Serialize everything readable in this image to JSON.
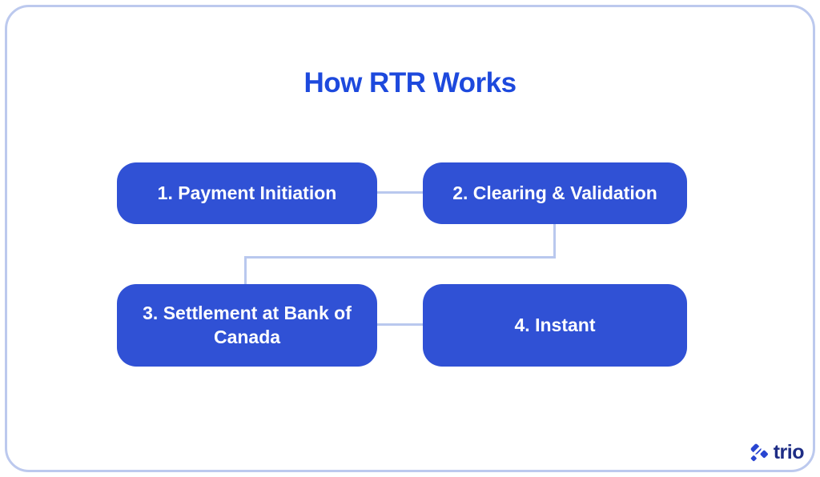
{
  "card": {
    "title": "How RTR Works"
  },
  "nodes": [
    {
      "id": 1,
      "label": "1. Payment Initiation"
    },
    {
      "id": 2,
      "label": "2. Clearing & Validation"
    },
    {
      "id": 3,
      "label": "3. Settlement at Bank of Canada"
    },
    {
      "id": 4,
      "label": "4. Instant"
    }
  ],
  "flow": {
    "connections": [
      "node-1 to node-2",
      "node-2 to node-3",
      "node-3 to node-4"
    ]
  },
  "logo": {
    "wordmark": "trio",
    "mark_icon": "trio-diamonds-icon"
  },
  "colors": {
    "title": "#1d49dd",
    "node_fill": "#3051d5",
    "node_text": "#ffffff",
    "connector": "#b9c8ee",
    "card_border": "#bcc9ee",
    "logo_text": "#1e2d85",
    "logo_mark": "#2945d1"
  }
}
